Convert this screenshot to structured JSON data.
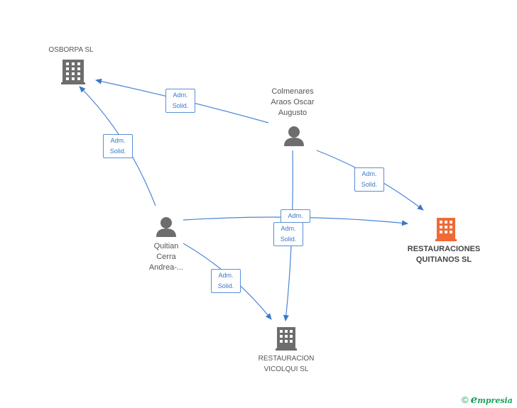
{
  "nodes": {
    "osborpa": {
      "label": "OSBORPA SL",
      "icon": "building-icon",
      "color": "#666666"
    },
    "colmenares": {
      "label": "Colmenares\nAraos Oscar\nAugusto",
      "icon": "person-icon",
      "color": "#666666"
    },
    "quitian": {
      "label": "Quitian\nCerra\nAndrea-...",
      "icon": "person-icon",
      "color": "#666666"
    },
    "restauraciones": {
      "label": "RESTAURACIONES\nQUITIANOS SL",
      "icon": "building-icon",
      "color": "#f06a35"
    },
    "vicolqui": {
      "label": "RESTAURACION\nVICOLQUI SL",
      "icon": "building-icon",
      "color": "#666666"
    }
  },
  "edges": [
    {
      "from": "colmenares",
      "to": "osborpa",
      "label": "Adm.\nSolid."
    },
    {
      "from": "quitian",
      "to": "osborpa",
      "label": "Adm.\nSolid."
    },
    {
      "from": "colmenares",
      "to": "restauraciones",
      "label": "Adm.\nSolid."
    },
    {
      "from": "quitian",
      "to": "restauraciones",
      "label": "Adm."
    },
    {
      "from": "colmenares",
      "to": "vicolqui",
      "label": "Adm.\nSolid."
    },
    {
      "from": "quitian",
      "to": "vicolqui",
      "label": "Adm.\nSolid."
    }
  ],
  "footer": {
    "copyright": "©",
    "brand_initial": "e",
    "brand_rest": "mpresia"
  },
  "colors": {
    "edge": "#3a78c9",
    "badge_border": "#5b8fd6",
    "focus": "#f06a35"
  }
}
